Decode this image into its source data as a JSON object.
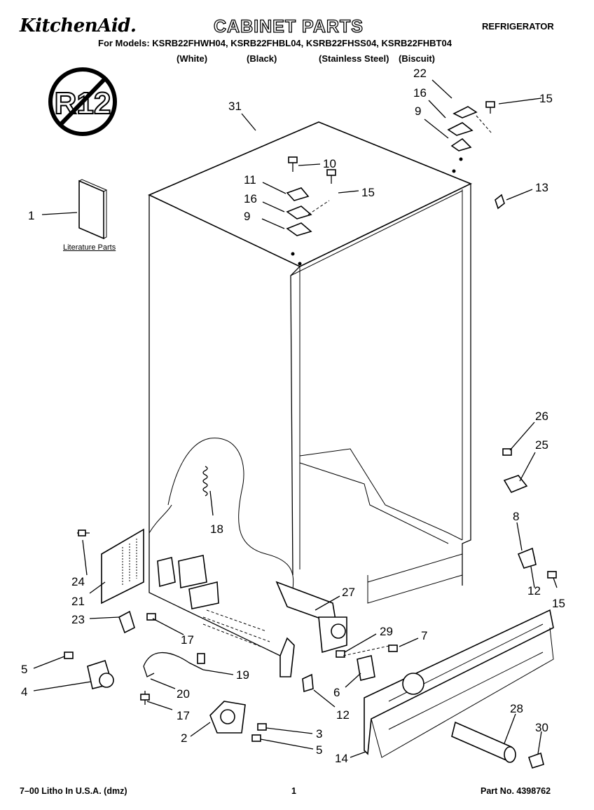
{
  "header": {
    "brand": "KitchenAid.",
    "title": "CABINET PARTS",
    "category": "REFRIGERATOR",
    "models_line": "For Models: KSRB22FHWH04, KSRB22FHBL04, KSRB22FHSS04, KSRB22FHBT04",
    "versions": [
      "(White)",
      "(Black)",
      "(Stainless Steel)",
      "(Biscuit)"
    ]
  },
  "badge": {
    "text": "R12"
  },
  "literature": {
    "caption": "Literature Parts"
  },
  "callouts": [
    "31",
    "22",
    "16",
    "15",
    "9",
    "10",
    "11",
    "16",
    "15",
    "9",
    "13",
    "1",
    "18",
    "26",
    "25",
    "8",
    "24",
    "21",
    "23",
    "17",
    "27",
    "12",
    "15",
    "29",
    "7",
    "5",
    "4",
    "19",
    "20",
    "6",
    "12",
    "17",
    "2",
    "3",
    "5",
    "28",
    "30",
    "14"
  ],
  "footer": {
    "litho": "7–00 Litho In U.S.A. (dmz)",
    "page": "1",
    "part_no": "Part No. 4398762"
  }
}
